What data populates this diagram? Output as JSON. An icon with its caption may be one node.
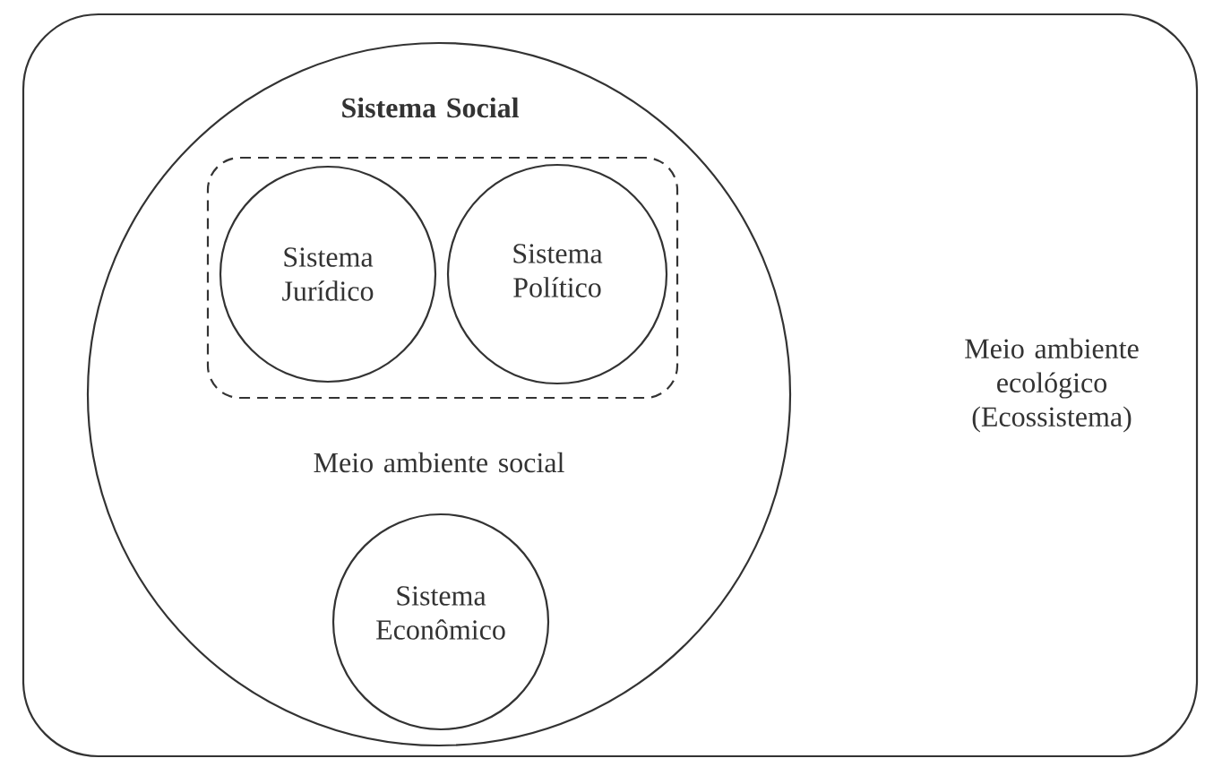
{
  "diagram": {
    "nodes": [
      {
        "text": [
          "Meio ambiente ecológico (Ecossistema)"
        ]
      },
      {
        "text": [
          "Sistema Social",
          "Meio ambiente social"
        ],
        "in": 0
      },
      {
        "text": [],
        "shape": "box",
        "in": 1
      },
      {
        "text": [
          "Sistema Jurídico"
        ],
        "in": 2
      },
      {
        "text": [
          "Sistema Político"
        ],
        "in": 2
      },
      {
        "text": [
          "Sistema Econômico"
        ],
        "in": 1
      }
    ]
  }
}
